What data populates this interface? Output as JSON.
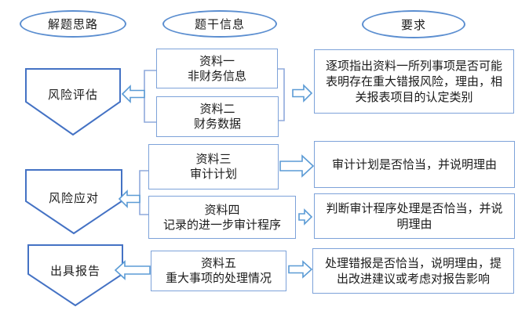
{
  "colors": {
    "ellipse_border": "#5b8ed0",
    "pentagon_border": "#4472c4",
    "box_border": "#7da2d9",
    "bracket_line": "#8faadc",
    "arrow_border": "#5b9bd5",
    "text": "#1b1b1b",
    "background": "#ffffff"
  },
  "headers": {
    "approach": "解题思路",
    "stem_info": "题干信息",
    "requirements": "要求"
  },
  "stages": [
    {
      "label": "风险评估"
    },
    {
      "label": "风险应对"
    },
    {
      "label": "出具报告"
    }
  ],
  "materials": [
    {
      "line1": "资料一",
      "line2": "非财务信息"
    },
    {
      "line1": "资料二",
      "line2": "财务数据"
    },
    {
      "line1": "资料三",
      "line2": "审计计划"
    },
    {
      "line1": "资料四",
      "line2": "记录的进一步审计程序"
    },
    {
      "line1": "资料五",
      "line2": "重大事项的处理情况"
    }
  ],
  "requirements": [
    {
      "text": "逐项指出资料一所列事项是否可能表明存在重大错报风险，理由，相关报表项目的认定类别"
    },
    {
      "text": "审计计划是否恰当，并说明理由"
    },
    {
      "text": "判断审计程序处理是否恰当，并说明理由"
    },
    {
      "text": "处理错报是否恰当，说明理由，提出改进建议或考虑对报告影响"
    }
  ]
}
